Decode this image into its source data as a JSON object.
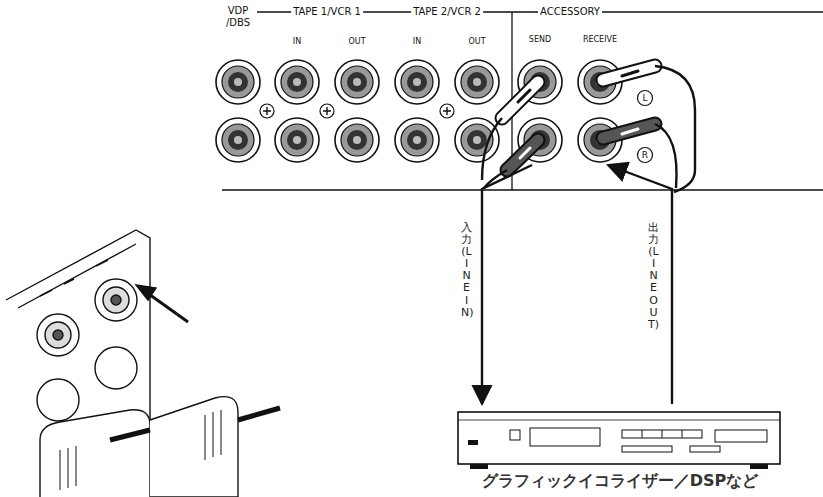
{
  "diagram": {
    "nodes": [
      {
        "text": [
          "SEND"
        ]
      },
      {
        "text": [
          "RECEIVE"
        ]
      },
      {
        "text": [
          "グラフィックイコライザー／DSPなど"
        ]
      }
    ],
    "edges": [
      {
        "from": 0,
        "to": 2,
        "arrow": "to",
        "label": "入力(LINE IN)"
      },
      {
        "from": 2,
        "to": 1,
        "arrow": "to",
        "label": "出力(LINE OUT)"
      }
    ],
    "labels": [
      "VDP /DBS",
      "TAPE 1/VCR 1",
      "IN",
      "OUT",
      "TAPE 2/VCR 2",
      "IN",
      "OUT",
      "ACCESSORY",
      "L",
      "R"
    ]
  }
}
